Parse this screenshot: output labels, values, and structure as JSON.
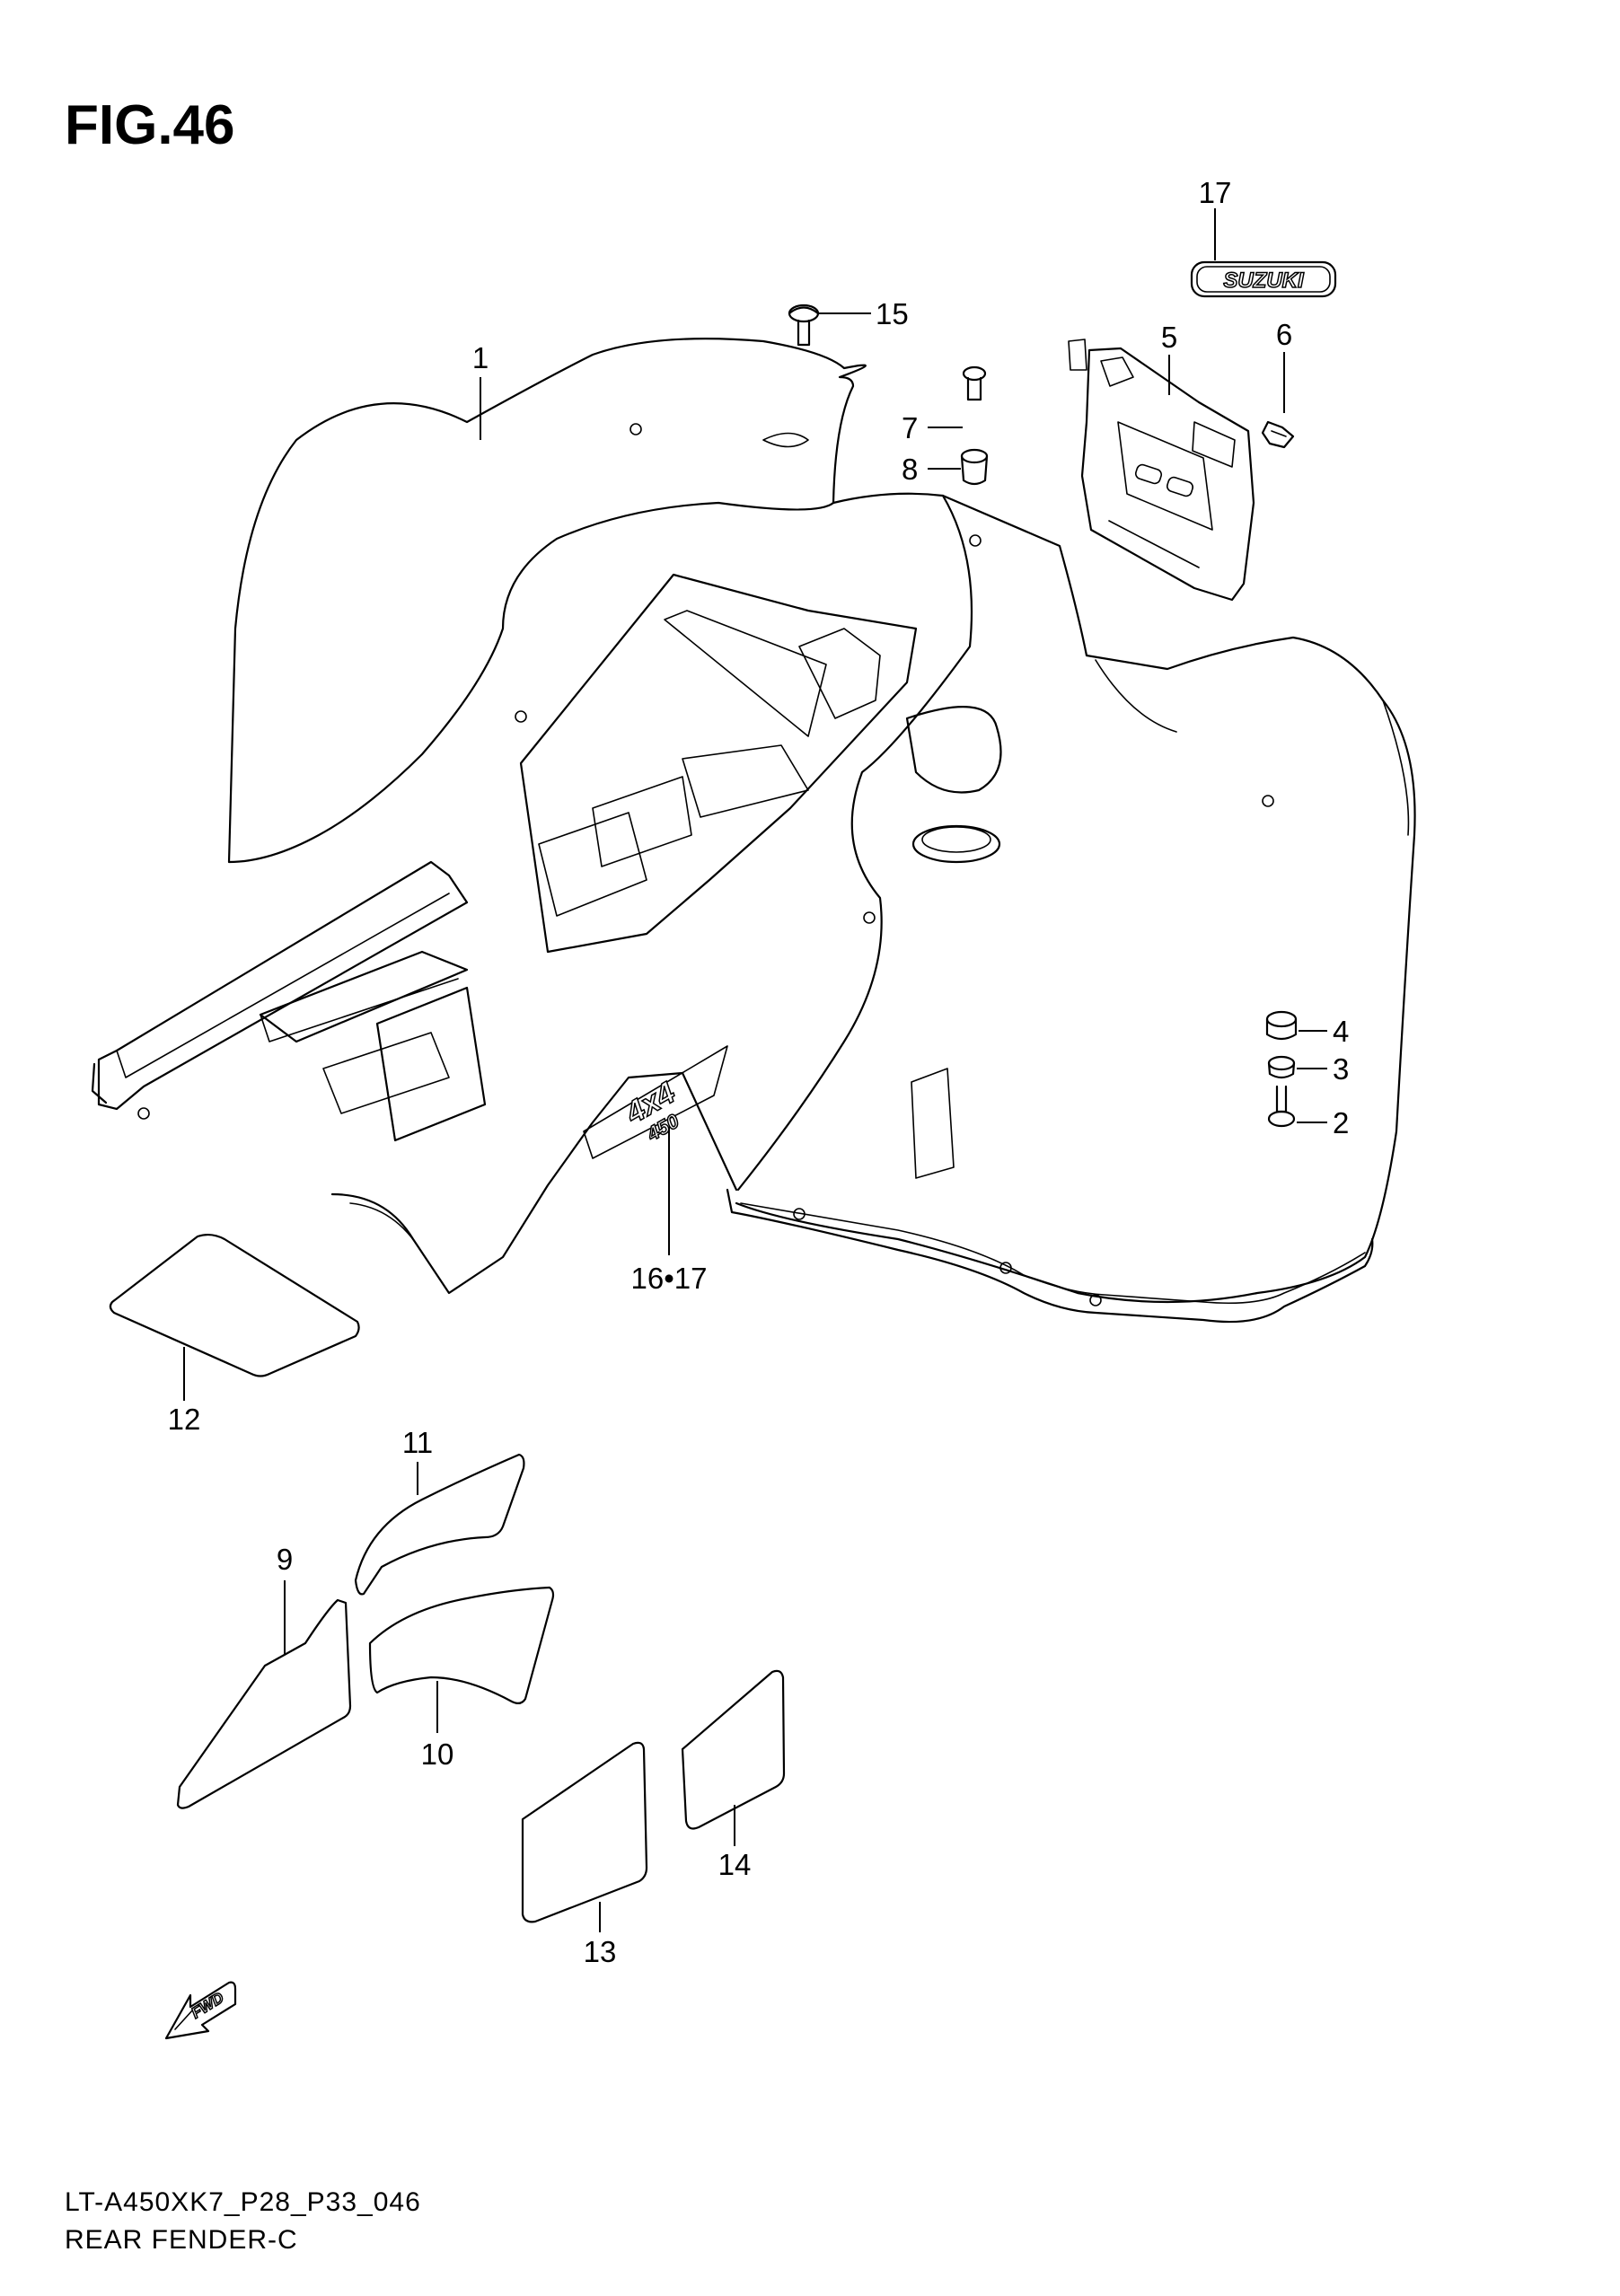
{
  "figure_title": "FIG.46",
  "callouts": {
    "c1": "1",
    "c2": "2",
    "c3": "3",
    "c4": "4",
    "c5": "5",
    "c6": "6",
    "c7": "7",
    "c8": "8",
    "c9": "9",
    "c10": "10",
    "c11": "11",
    "c12": "12",
    "c13": "13",
    "c14": "14",
    "c15": "15",
    "c16_17": "16•17",
    "c17": "17"
  },
  "emblem_brand": "SUZUKI",
  "decal_4x4": "4x4",
  "decal_model": "450",
  "forward_arrow": "FWD",
  "footer": {
    "model_code": "LT-A450XK7_P28_P33_046",
    "section": "REAR FENDER-C"
  },
  "colors": {
    "ink": "#000000",
    "paper": "#ffffff"
  }
}
